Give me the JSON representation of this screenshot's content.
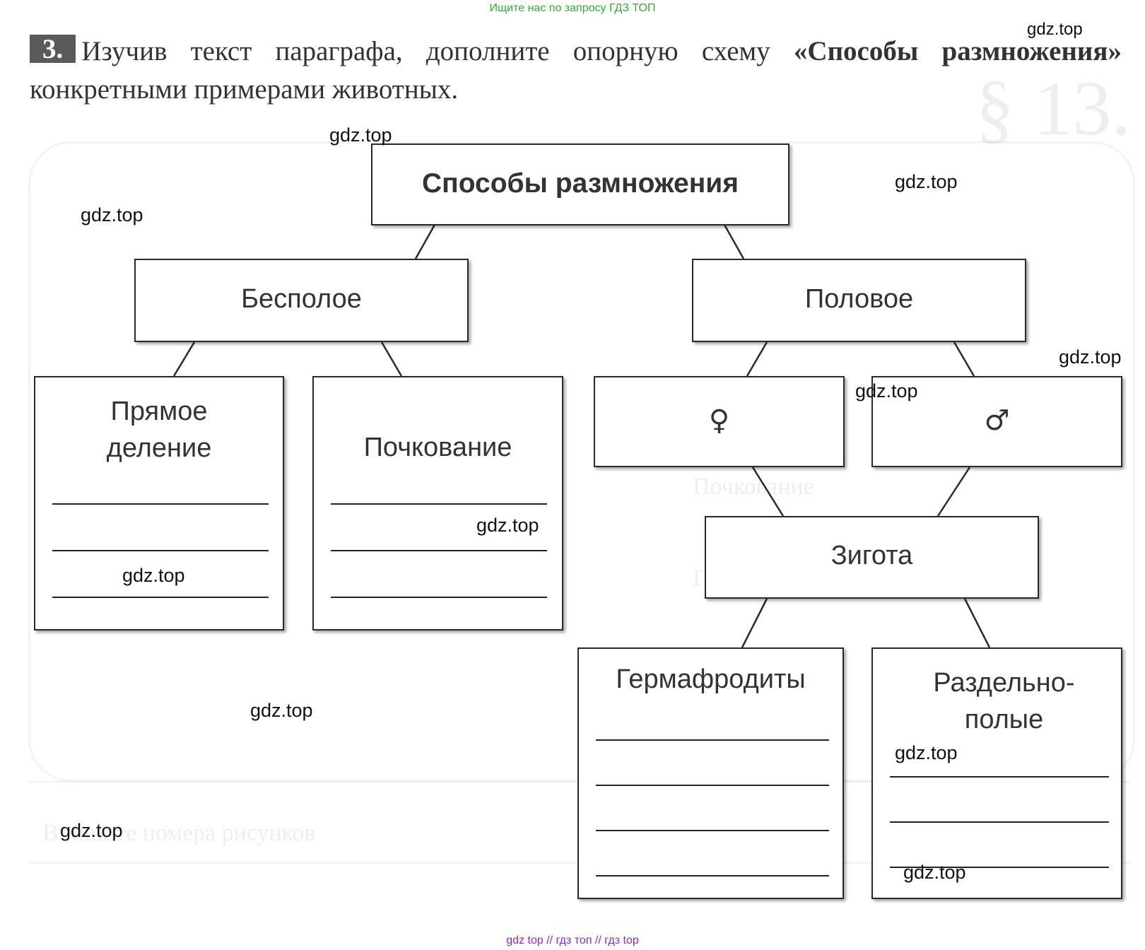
{
  "header_banner": "Ищите нас по запросу ГДЗ ТОП",
  "task": {
    "number": "3.",
    "text_before": "Изучив текст параграфа, дополните опорную схему ",
    "text_bold": "«Способы размножения»",
    "text_after": " конкретными примерами животных."
  },
  "diagram": {
    "root": "Способы размножения",
    "asexual": "Бесполое",
    "sexual": "Половое",
    "direct_division": "Прямое деление",
    "budding": "Почкование",
    "female_symbol": "♀",
    "male_symbol": "♂",
    "zygote": "Зигота",
    "hermaphrodites": "Гермафродиты",
    "dioecious": "Раздельно-полые"
  },
  "watermarks": [
    "gdz.top",
    "gdz.top",
    "gdz.top",
    "gdz.top",
    "gdz.top",
    "gdz.top",
    "gdz.top",
    "gdz.top",
    "gdz.top",
    "gdz.top",
    "gdz.top",
    "gdz.top"
  ],
  "footer_banner": "gdz top // гдз топ // гдз top"
}
